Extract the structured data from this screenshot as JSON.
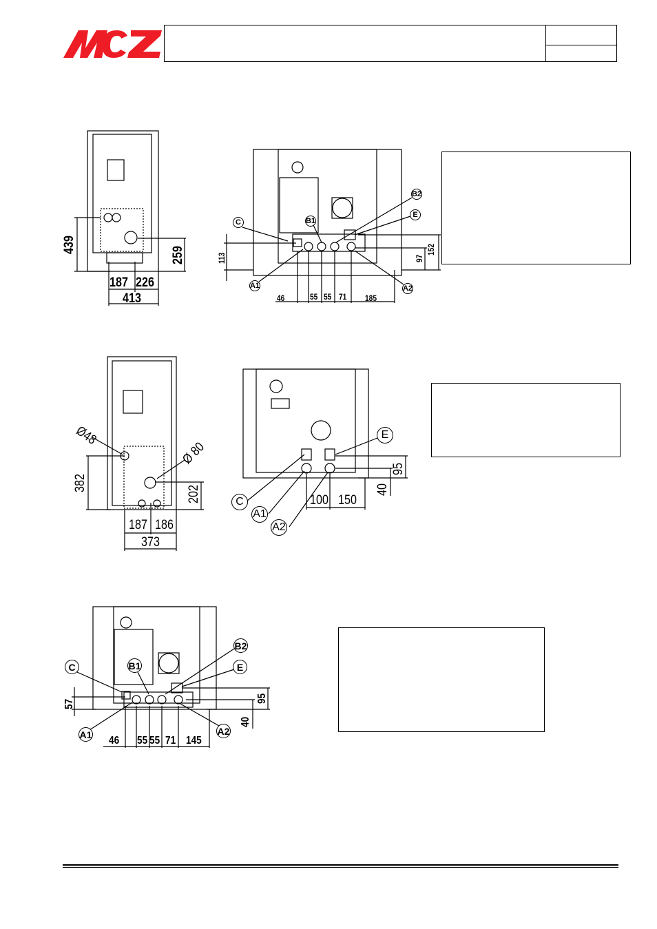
{
  "header": {
    "logo_text": "MCZ",
    "logo_color": "#ee1c25"
  },
  "fig1": {
    "h_total": "439",
    "h_outlet": "259",
    "w_left": "187",
    "w_right": "226",
    "w_total": "413"
  },
  "fig2": {
    "tags": [
      "C",
      "B1",
      "B2",
      "E",
      "A1",
      "A2"
    ],
    "h_c": "113",
    "h_a2": "97",
    "h_e": "152",
    "d1": "46",
    "d2": "55",
    "d3": "55",
    "d4": "71",
    "d5": "185"
  },
  "fig3": {
    "dia_small": "Ø48",
    "dia_large": "Ø 80",
    "h_total": "382",
    "h_outlet": "202",
    "w_left": "187",
    "w_right": "186",
    "w_total": "373"
  },
  "fig4": {
    "tags": [
      "E",
      "C",
      "A1",
      "A2"
    ],
    "h_e": "95",
    "h_a": "40",
    "d1": "100",
    "d2": "150"
  },
  "fig5": {
    "tags": [
      "C",
      "B1",
      "B2",
      "E",
      "A1",
      "A2"
    ],
    "h_c": "57",
    "h_e": "95",
    "h_a": "40",
    "d1": "46",
    "d2": "55",
    "d3": "55",
    "d4": "71",
    "d5": "145"
  }
}
